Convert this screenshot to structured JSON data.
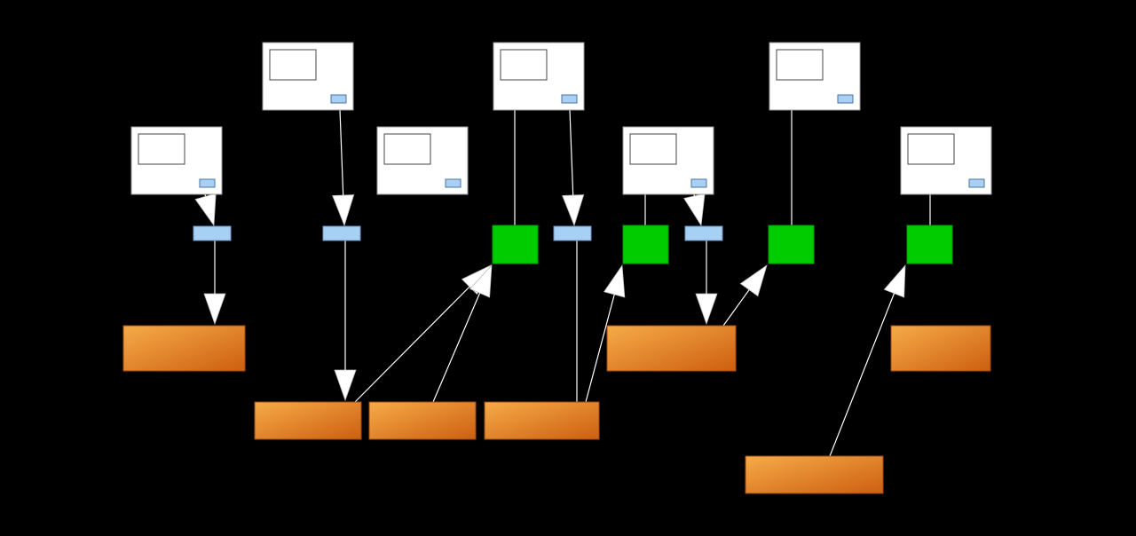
{
  "diagram": {
    "background_color": "#000000",
    "colors": {
      "panel_fill": "#ffffff",
      "panel_stroke": "#9a9a9a",
      "screen_stroke": "#444444",
      "tag_fill": "#a8d0f5",
      "tag_stroke": "#4a72a0",
      "connector_fill": "#a8d0f5",
      "connector_stroke": "#6a94c4",
      "hub_fill": "#00cc00",
      "hub_stroke": "#009900",
      "block_gradient_start": "#f6ab48",
      "block_gradient_end": "#cd5f10",
      "block_stroke": "#9b4a10",
      "edge": "#ffffff"
    },
    "panels": [
      {
        "id": "panel-1"
      },
      {
        "id": "panel-2"
      },
      {
        "id": "panel-3"
      },
      {
        "id": "panel-4"
      },
      {
        "id": "panel-5"
      },
      {
        "id": "panel-6"
      },
      {
        "id": "panel-7"
      }
    ],
    "connectors": [
      {
        "id": "connector-1"
      },
      {
        "id": "connector-2"
      },
      {
        "id": "connector-3"
      },
      {
        "id": "connector-4"
      }
    ],
    "hubs": [
      {
        "id": "hub-1"
      },
      {
        "id": "hub-2"
      },
      {
        "id": "hub-3"
      },
      {
        "id": "hub-4"
      }
    ],
    "blocks": [
      {
        "id": "block-1"
      },
      {
        "id": "block-2"
      },
      {
        "id": "block-3"
      },
      {
        "id": "block-4"
      },
      {
        "id": "block-5"
      },
      {
        "id": "block-6"
      },
      {
        "id": "block-7"
      }
    ],
    "edges": [
      {
        "from": "panel-1",
        "to": "connector-1",
        "arrow": true
      },
      {
        "from": "connector-1",
        "to": "block-1",
        "arrow": true
      },
      {
        "from": "panel-2",
        "to": "connector-2",
        "arrow": true
      },
      {
        "from": "connector-2",
        "to": "block-2",
        "arrow": true
      },
      {
        "from": "block-2",
        "to": "hub-1",
        "arrow": true
      },
      {
        "from": "block-3",
        "to": "hub-1",
        "arrow": true
      },
      {
        "from": "panel-4",
        "to": "hub-1",
        "arrow": false
      },
      {
        "from": "panel-4",
        "to": "connector-3",
        "arrow": true
      },
      {
        "from": "connector-3",
        "to": "block-4",
        "arrow": false
      },
      {
        "from": "block-4",
        "to": "hub-2",
        "arrow": true
      },
      {
        "from": "panel-5",
        "to": "hub-2",
        "arrow": false
      },
      {
        "from": "panel-5",
        "to": "connector-4",
        "arrow": true
      },
      {
        "from": "connector-4",
        "to": "block-5",
        "arrow": true
      },
      {
        "from": "block-5",
        "to": "hub-3",
        "arrow": true
      },
      {
        "from": "panel-6",
        "to": "hub-3",
        "arrow": false
      },
      {
        "from": "panel-7",
        "to": "hub-4",
        "arrow": false
      },
      {
        "from": "block-7",
        "to": "hub-4",
        "arrow": true
      }
    ]
  }
}
